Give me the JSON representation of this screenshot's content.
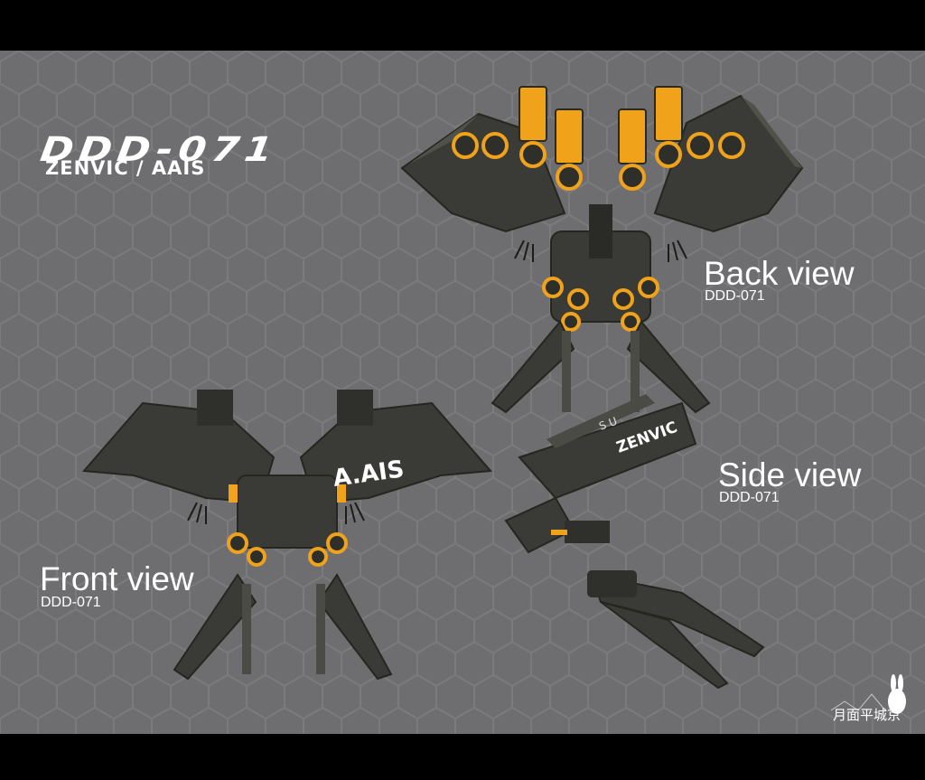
{
  "header": {
    "model_code": "DDD-071",
    "maker": "ZENVIC / AAIS"
  },
  "views": [
    {
      "label": "Back view",
      "code": "DDD-071"
    },
    {
      "label": "Side view",
      "code": "DDD-071"
    },
    {
      "label": "Front view",
      "code": "DDD-071"
    }
  ],
  "decals": {
    "front_wing": "A.AIS",
    "side_hull": "ZENVIC",
    "side_small": "S U"
  },
  "signature": {
    "text": "月面平城京"
  },
  "colors": {
    "background": "#6e6e70",
    "hex_line": "#7c7c7e",
    "hull": "#3a3b36",
    "accent": "#f0a21a",
    "letterbox": "#000000"
  }
}
